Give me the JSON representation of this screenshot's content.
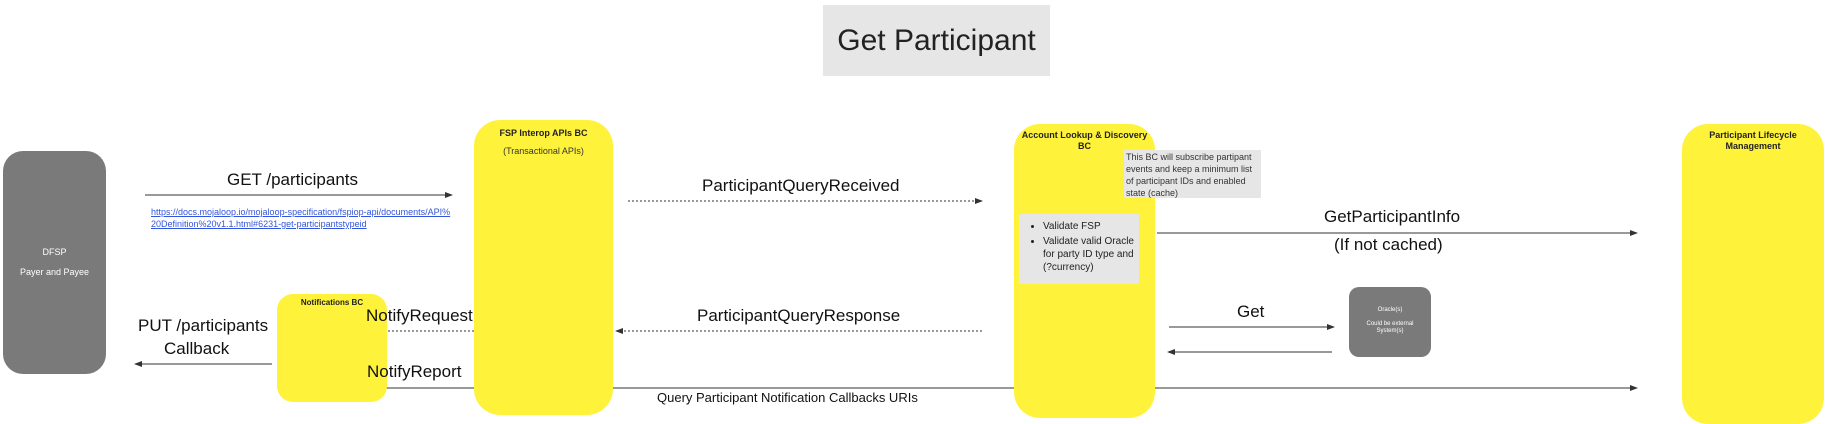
{
  "title": "Get Participant",
  "nodes": {
    "dfsp": {
      "line1": "DFSP",
      "line2": "Payer and Payee"
    },
    "fsp_interop": {
      "title": "FSP Interop APIs BC",
      "subtitle": "(Transactional APIs)"
    },
    "notifications": {
      "title": "Notifications BC"
    },
    "account_lookup": {
      "title": "Account Lookup & Discovery BC",
      "note": "This BC will subscribe partipant events and keep a minimum list of participant IDs and enabled state (cache)",
      "checks": [
        "Validate FSP",
        "Validate valid Oracle for party ID type and (?currency)"
      ]
    },
    "oracle": {
      "line1": "Oracle(s)",
      "line2": "Could be external System(s)"
    },
    "participant_lifecycle": {
      "title": "Participant Lifecycle Management"
    }
  },
  "edges": {
    "get_participants": "GET /participants",
    "spec_link": "https://docs.mojaloop.io/mojaloop-specification/fspiop-api/documents/API%20Definition%20v1.1.html#6231-get-participantstypeid",
    "participant_query_received": "ParticipantQueryReceived",
    "get_participant_info": "GetParticipantInfo",
    "if_not_cached": "(If not cached)",
    "get": "Get",
    "participant_query_response": "ParticipantQueryResponse",
    "notify_request": "NotifyRequest",
    "notify_report": "NotifyReport",
    "put_participants_line1": "PUT /participants",
    "put_participants_line2": "Callback",
    "query_callbacks": "Query Participant Notification Callbacks URIs"
  },
  "colors": {
    "yellow": "#fff23b",
    "gray": "#7a7a7a",
    "title_bg": "#e6e6e6"
  }
}
